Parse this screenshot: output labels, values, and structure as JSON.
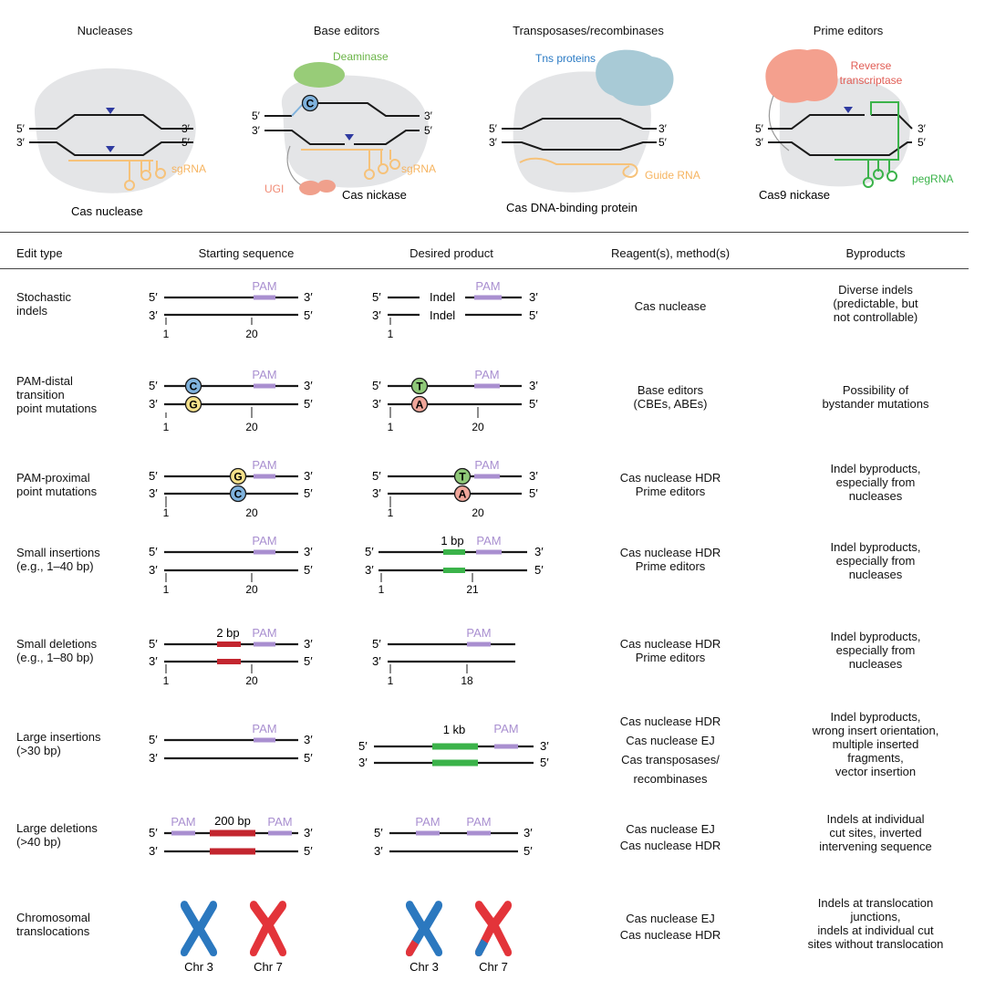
{
  "panels": [
    {
      "title": "Nucleases",
      "protein": "Cas nuclease",
      "guide": "sgRNA"
    },
    {
      "title": "Base editors",
      "protein": "Cas nickase",
      "guide": "sgRNA",
      "enzyme": "Deaminase",
      "extra": "UGI",
      "base": "C"
    },
    {
      "title": "Transposases/recombinases",
      "protein": "Cas DNA-binding protein",
      "guide": "Guide RNA",
      "enzyme": "Tns proteins"
    },
    {
      "title": "Prime editors",
      "protein": "Cas9 nickase",
      "guide": "pegRNA",
      "enzyme_line1": "Reverse",
      "enzyme_line2": "transcriptase"
    }
  ],
  "strand": {
    "five": "5′",
    "three": "3′"
  },
  "table": {
    "headers": [
      "Edit type",
      "Starting sequence",
      "Desired product",
      "Reagent(s), method(s)",
      "Byproducts"
    ],
    "rows": [
      {
        "edit": [
          "Stochastic",
          "indels"
        ],
        "reagents": [
          "Cas nuclease"
        ],
        "byproducts": [
          "Diverse indels",
          "(predictable, but",
          "not controllable)"
        ]
      },
      {
        "edit": [
          "PAM-distal",
          "transition",
          "point mutations"
        ],
        "reagents": [
          "Base editors",
          "(CBEs, ABEs)"
        ],
        "byproducts": [
          "Possibility of",
          "bystander mutations"
        ]
      },
      {
        "edit": [
          "PAM-proximal",
          "point mutations"
        ],
        "reagents": [
          "Cas nuclease HDR",
          "Prime editors"
        ],
        "byproducts": [
          "Indel byproducts,",
          "especially from",
          "nucleases"
        ]
      },
      {
        "edit": [
          "Small insertions",
          "(e.g., 1–40 bp)"
        ],
        "reagents": [
          "Cas nuclease HDR",
          "Prime editors"
        ],
        "byproducts": [
          "Indel byproducts,",
          "especially from",
          "nucleases"
        ]
      },
      {
        "edit": [
          "Small deletions",
          "(e.g., 1–80 bp)"
        ],
        "reagents": [
          "Cas nuclease HDR",
          "Prime editors"
        ],
        "byproducts": [
          "Indel byproducts,",
          "especially from",
          "nucleases"
        ]
      },
      {
        "edit": [
          "Large insertions",
          "(>30 bp)"
        ],
        "reagents": [
          "Cas nuclease HDR",
          "Cas nuclease EJ",
          "Cas transposases/",
          "recombinases"
        ],
        "byproducts": [
          "Indel byproducts,",
          "wrong insert orientation,",
          "multiple inserted",
          "fragments,",
          "vector insertion"
        ]
      },
      {
        "edit": [
          "Large deletions",
          "(>40 bp)"
        ],
        "reagents": [
          "Cas nuclease EJ",
          "Cas nuclease HDR"
        ],
        "byproducts": [
          "Indels at individual",
          "cut sites, inverted",
          "intervening sequence"
        ]
      },
      {
        "edit": [
          "Chromosomal",
          "translocations"
        ],
        "reagents": [
          "Cas nuclease EJ",
          "Cas nuclease HDR"
        ],
        "byproducts": [
          "Indels at translocation",
          "junctions,",
          "indels at individual cut",
          "sites without translocation"
        ]
      }
    ]
  },
  "seq_labels": {
    "pam": "PAM",
    "indel": "Indel",
    "pos_1": "1",
    "pos_20": "20",
    "pos_21": "21",
    "pos_18": "18",
    "size_1bp": "1 bp",
    "size_2bp": "2 bp",
    "size_1kb": "1 kb",
    "size_200bp": "200 bp",
    "base_c": "C",
    "base_g": "G",
    "base_t": "T",
    "base_a": "A",
    "chr3": "Chr 3",
    "chr7": "Chr 7"
  },
  "colors": {
    "protein_gray": "#e4e5e7",
    "dna": "#1a1a1a",
    "pam": "#a98fd0",
    "sgrna": "#f6c27a",
    "deaminase": "#98cc78",
    "ugi": "#f0a08c",
    "tns": "#a8cad6",
    "rt": "#f4a08e",
    "pegrna": "#3bb34a",
    "insert_green": "#3bb34a",
    "delete_red": "#c3262f",
    "base_c": "#7fb2dd",
    "base_g": "#f4e08a",
    "base_t": "#8fc878",
    "base_a": "#f0a69a",
    "chr_blue": "#2b78bf",
    "chr_red": "#e3343a",
    "nick": "#2e3aa0"
  }
}
